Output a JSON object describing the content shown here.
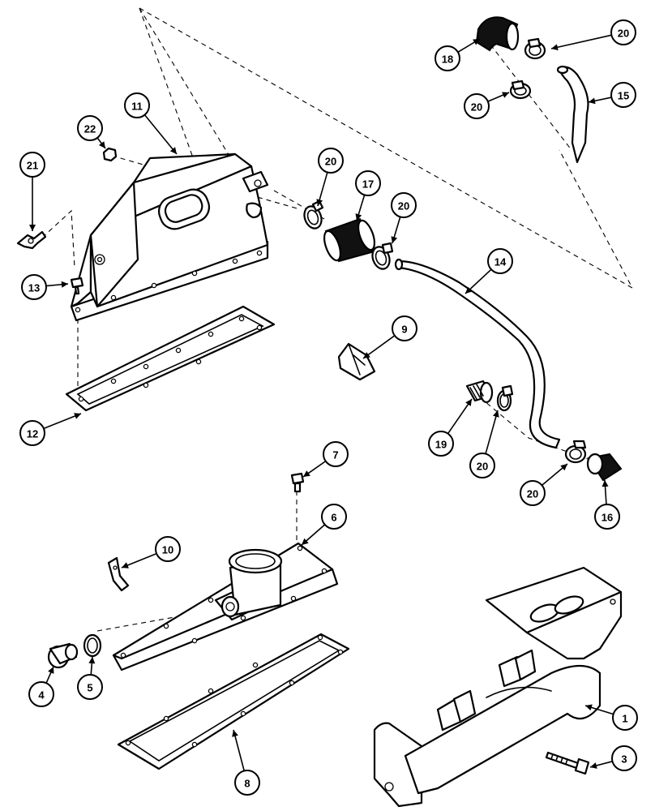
{
  "diagram": {
    "callouts": [
      {
        "id": "c11",
        "label": "11"
      },
      {
        "id": "c22",
        "label": "22"
      },
      {
        "id": "c21",
        "label": "21"
      },
      {
        "id": "c13",
        "label": "13"
      },
      {
        "id": "c12",
        "label": "12"
      },
      {
        "id": "c20a",
        "label": "20"
      },
      {
        "id": "c17",
        "label": "17"
      },
      {
        "id": "c20b",
        "label": "20"
      },
      {
        "id": "c18",
        "label": "18"
      },
      {
        "id": "c20c",
        "label": "20"
      },
      {
        "id": "c20d",
        "label": "20"
      },
      {
        "id": "c15",
        "label": "15"
      },
      {
        "id": "c14",
        "label": "14"
      },
      {
        "id": "c9",
        "label": "9"
      },
      {
        "id": "c19",
        "label": "19"
      },
      {
        "id": "c20e",
        "label": "20"
      },
      {
        "id": "c20f",
        "label": "20"
      },
      {
        "id": "c16",
        "label": "16"
      },
      {
        "id": "c7",
        "label": "7"
      },
      {
        "id": "c6",
        "label": "6"
      },
      {
        "id": "c10",
        "label": "10"
      },
      {
        "id": "c4",
        "label": "4"
      },
      {
        "id": "c5",
        "label": "5"
      },
      {
        "id": "c8",
        "label": "8"
      },
      {
        "id": "c1",
        "label": "1"
      },
      {
        "id": "c3",
        "label": "3"
      }
    ]
  }
}
